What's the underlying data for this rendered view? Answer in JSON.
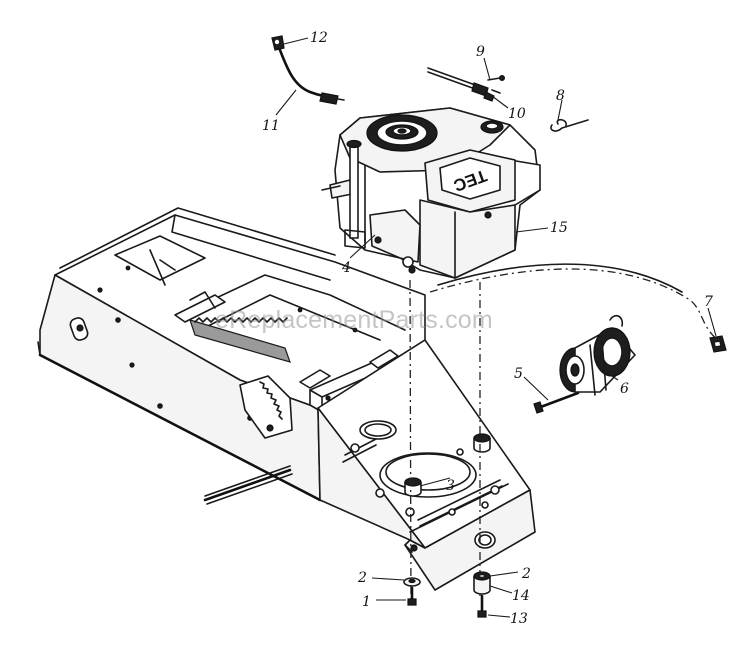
{
  "watermark": "eReplacementParts.com",
  "engine_brand": "TEC",
  "callouts": [
    {
      "id": "c1",
      "label": "1"
    },
    {
      "id": "c2a",
      "label": "2"
    },
    {
      "id": "c2b",
      "label": "2"
    },
    {
      "id": "c3",
      "label": "3"
    },
    {
      "id": "c4",
      "label": "4"
    },
    {
      "id": "c5",
      "label": "5"
    },
    {
      "id": "c6",
      "label": "6"
    },
    {
      "id": "c7",
      "label": "7"
    },
    {
      "id": "c8",
      "label": "8"
    },
    {
      "id": "c9",
      "label": "9"
    },
    {
      "id": "c10",
      "label": "10"
    },
    {
      "id": "c11",
      "label": "11"
    },
    {
      "id": "c12",
      "label": "12"
    },
    {
      "id": "c13",
      "label": "13"
    },
    {
      "id": "c14",
      "label": "14"
    },
    {
      "id": "c15",
      "label": "15"
    }
  ]
}
